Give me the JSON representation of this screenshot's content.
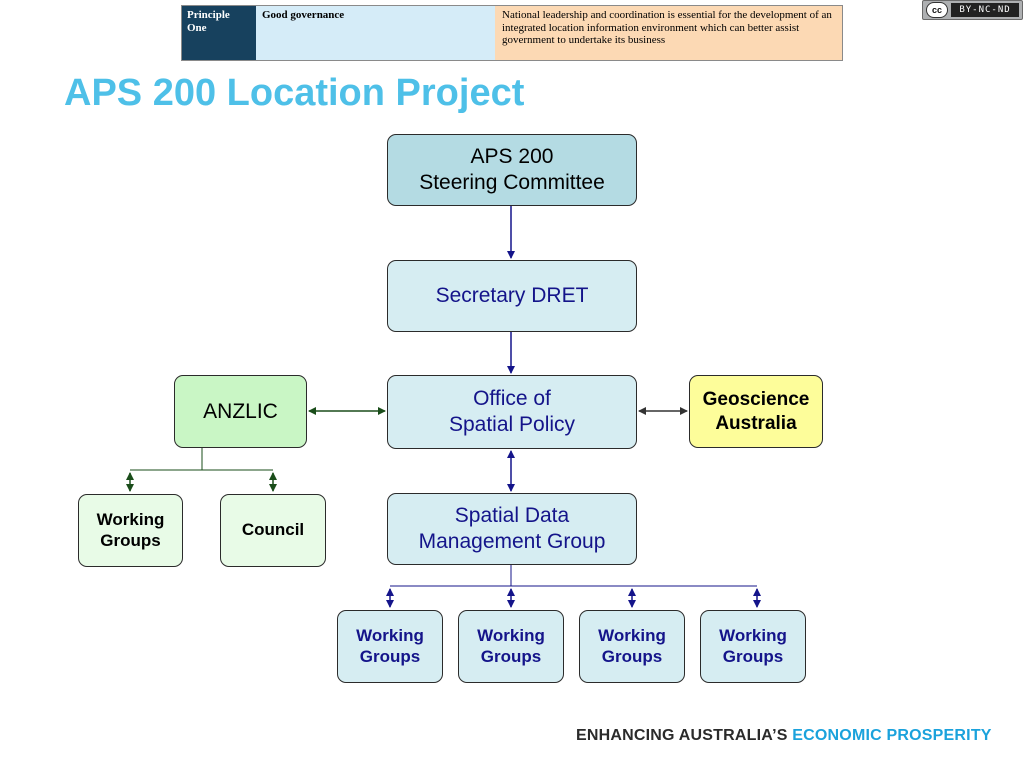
{
  "banner": {
    "col1": "Principle\nOne",
    "col2": "Good governance",
    "col3": "National leadership and coordination is essential for the development of an integrated location information environment which can better assist government to undertake its business"
  },
  "license": {
    "cc": "cc",
    "text": "BY-NC-ND"
  },
  "title": "APS 200 Location Project",
  "diagram": {
    "steering": "APS 200\nSteering Committee",
    "secretary": "Secretary DRET",
    "office": "Office of\nSpatial Policy",
    "anzlic": "ANZLIC",
    "geoscience": "Geoscience\nAustralia",
    "sdmg": "Spatial Data\nManagement Group",
    "anzlic_wg": "Working\nGroups",
    "council": "Council",
    "sdmg_wg": [
      "Working\nGroups",
      "Working\nGroups",
      "Working\nGroups",
      "Working\nGroups"
    ]
  },
  "colors": {
    "title": "#4ec0e8",
    "connector_blue": "#14148a",
    "connector_green": "#1a4d1a",
    "footer_accent": "#1aa2dc"
  },
  "footer": {
    "part1": "ENHANCING AUSTRALIA’S",
    "part2": "ECONOMIC PROSPERITY"
  }
}
